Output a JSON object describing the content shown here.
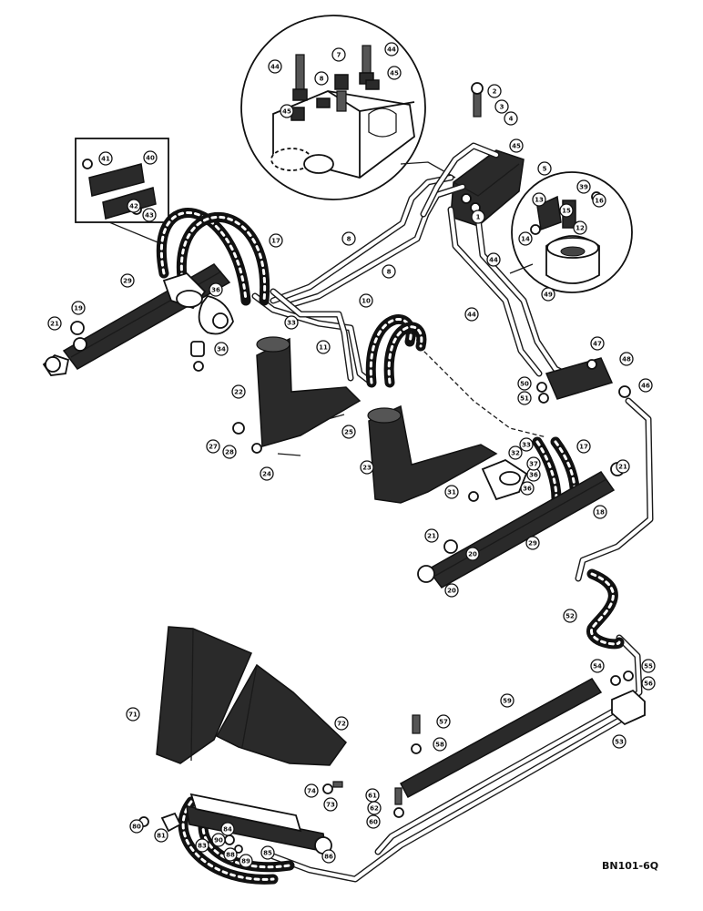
{
  "figure_reference": "BN101-6Q",
  "callouts": [
    {
      "label": "1"
    },
    {
      "label": "2"
    },
    {
      "label": "3"
    },
    {
      "label": "4"
    },
    {
      "label": "5"
    },
    {
      "label": "7"
    },
    {
      "label": "8"
    },
    {
      "label": "8"
    },
    {
      "label": "8"
    },
    {
      "label": "10"
    },
    {
      "label": "11"
    },
    {
      "label": "12"
    },
    {
      "label": "13"
    },
    {
      "label": "14"
    },
    {
      "label": "15"
    },
    {
      "label": "16"
    },
    {
      "label": "17"
    },
    {
      "label": "17"
    },
    {
      "label": "18"
    },
    {
      "label": "19"
    },
    {
      "label": "20"
    },
    {
      "label": "20"
    },
    {
      "label": "21"
    },
    {
      "label": "21"
    },
    {
      "label": "21"
    },
    {
      "label": "22"
    },
    {
      "label": "23"
    },
    {
      "label": "24"
    },
    {
      "label": "25"
    },
    {
      "label": "27"
    },
    {
      "label": "28"
    },
    {
      "label": "29"
    },
    {
      "label": "29"
    },
    {
      "label": "31"
    },
    {
      "label": "32"
    },
    {
      "label": "33"
    },
    {
      "label": "33"
    },
    {
      "label": "34"
    },
    {
      "label": "36"
    },
    {
      "label": "36"
    },
    {
      "label": "36"
    },
    {
      "label": "37"
    },
    {
      "label": "39"
    },
    {
      "label": "40"
    },
    {
      "label": "41"
    },
    {
      "label": "42"
    },
    {
      "label": "43"
    },
    {
      "label": "44"
    },
    {
      "label": "44"
    },
    {
      "label": "44"
    },
    {
      "label": "44"
    },
    {
      "label": "45"
    },
    {
      "label": "45"
    },
    {
      "label": "45"
    },
    {
      "label": "46"
    },
    {
      "label": "47"
    },
    {
      "label": "48"
    },
    {
      "label": "49"
    },
    {
      "label": "50"
    },
    {
      "label": "51"
    },
    {
      "label": "52"
    },
    {
      "label": "53"
    },
    {
      "label": "54"
    },
    {
      "label": "55"
    },
    {
      "label": "56"
    },
    {
      "label": "57"
    },
    {
      "label": "58"
    },
    {
      "label": "59"
    },
    {
      "label": "60"
    },
    {
      "label": "61"
    },
    {
      "label": "62"
    },
    {
      "label": "71"
    },
    {
      "label": "72"
    },
    {
      "label": "73"
    },
    {
      "label": "74"
    },
    {
      "label": "80"
    },
    {
      "label": "81"
    },
    {
      "label": "83"
    },
    {
      "label": "84"
    },
    {
      "label": "85"
    },
    {
      "label": "86"
    },
    {
      "label": "88"
    },
    {
      "label": "89"
    },
    {
      "label": "90"
    }
  ]
}
